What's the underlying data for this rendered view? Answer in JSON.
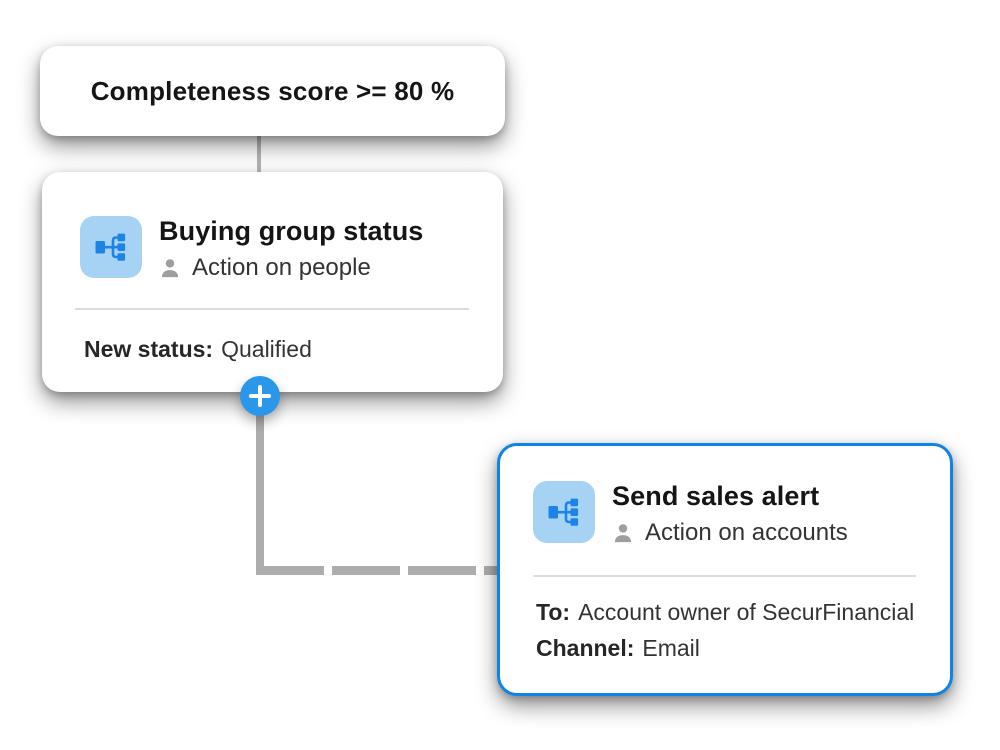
{
  "canvas": {
    "condition_card": {
      "label": "Completeness score >= 80 %"
    },
    "nodes": [
      {
        "title": "Buying group status",
        "subtitle": "Action on people",
        "icon": "org-chart-icon",
        "selected": false,
        "details": [
          {
            "label": "New status:",
            "value": "Qualified"
          }
        ]
      },
      {
        "title": "Send sales alert",
        "subtitle": "Action on accounts",
        "icon": "org-chart-icon",
        "selected": true,
        "details": [
          {
            "label": "To:",
            "value": "Account owner of SecurFinancial"
          },
          {
            "label": "Channel:",
            "value": "Email"
          }
        ]
      }
    ],
    "add_button": {
      "icon": "plus-icon"
    },
    "colors": {
      "selected_border_blue": "#1283e6",
      "add_button_blue": "#2b97e8",
      "icon_tile_blue": "#a6d3f4",
      "icon_glyph_blue": "#1d83e6",
      "connector_gray": "#adadad"
    }
  }
}
